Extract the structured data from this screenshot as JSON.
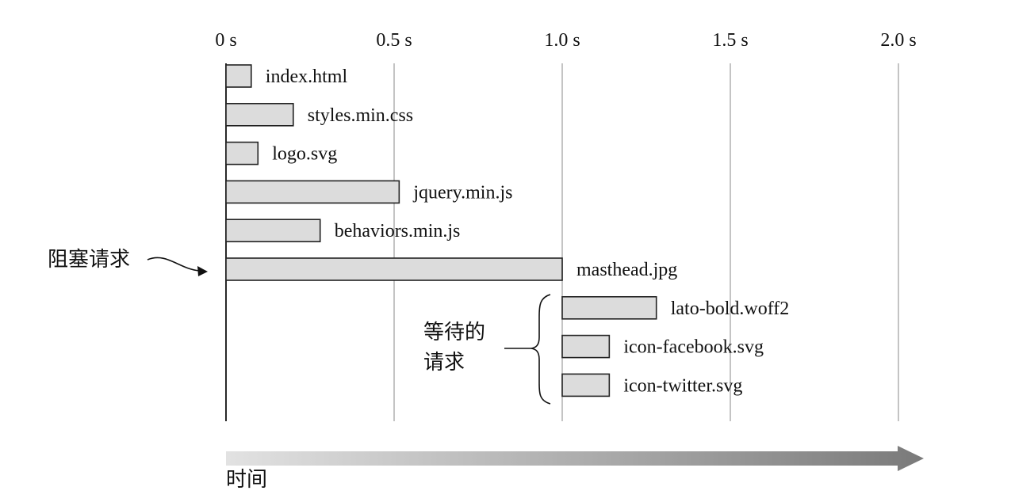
{
  "chart_data": {
    "type": "bar",
    "orientation": "horizontal",
    "xlim": [
      0,
      2.0
    ],
    "x_ticks": [
      {
        "value": 0,
        "label": "0 s"
      },
      {
        "value": 0.5,
        "label": "0.5 s"
      },
      {
        "value": 1.0,
        "label": "1.0 s"
      },
      {
        "value": 1.5,
        "label": "1.5 s"
      },
      {
        "value": 2.0,
        "label": "2.0 s"
      }
    ],
    "grid": true,
    "series": [
      {
        "bars": [
          {
            "label": "index.html",
            "start": 0,
            "end": 0.075
          },
          {
            "label": "styles.min.css",
            "start": 0,
            "end": 0.2
          },
          {
            "label": "logo.svg",
            "start": 0,
            "end": 0.095
          },
          {
            "label": "jquery.min.js",
            "start": 0,
            "end": 0.515
          },
          {
            "label": "behaviors.min.js",
            "start": 0,
            "end": 0.28
          },
          {
            "label": "masthead.jpg",
            "start": 0,
            "end": 1.0
          },
          {
            "label": "lato-bold.woff2",
            "start": 1.0,
            "end": 1.28
          },
          {
            "label": "icon-facebook.svg",
            "start": 1.0,
            "end": 1.14
          },
          {
            "label": "icon-twitter.svg",
            "start": 1.0,
            "end": 1.14
          }
        ]
      }
    ],
    "annotations": {
      "blocking": {
        "text": "阻塞请求",
        "target": "masthead.jpg"
      },
      "waiting": {
        "lines": [
          "等待的",
          "请求"
        ],
        "targets": [
          "lato-bold.woff2",
          "icon-facebook.svg",
          "icon-twitter.svg"
        ]
      }
    },
    "time_axis_label": "时间",
    "colors": {
      "bar_fill": "#dcdcdc",
      "bar_stroke": "#222222",
      "grid": "#b5b5b5",
      "arrow_start": "#e2e2e2",
      "arrow_end": "#7a7a7a"
    }
  }
}
